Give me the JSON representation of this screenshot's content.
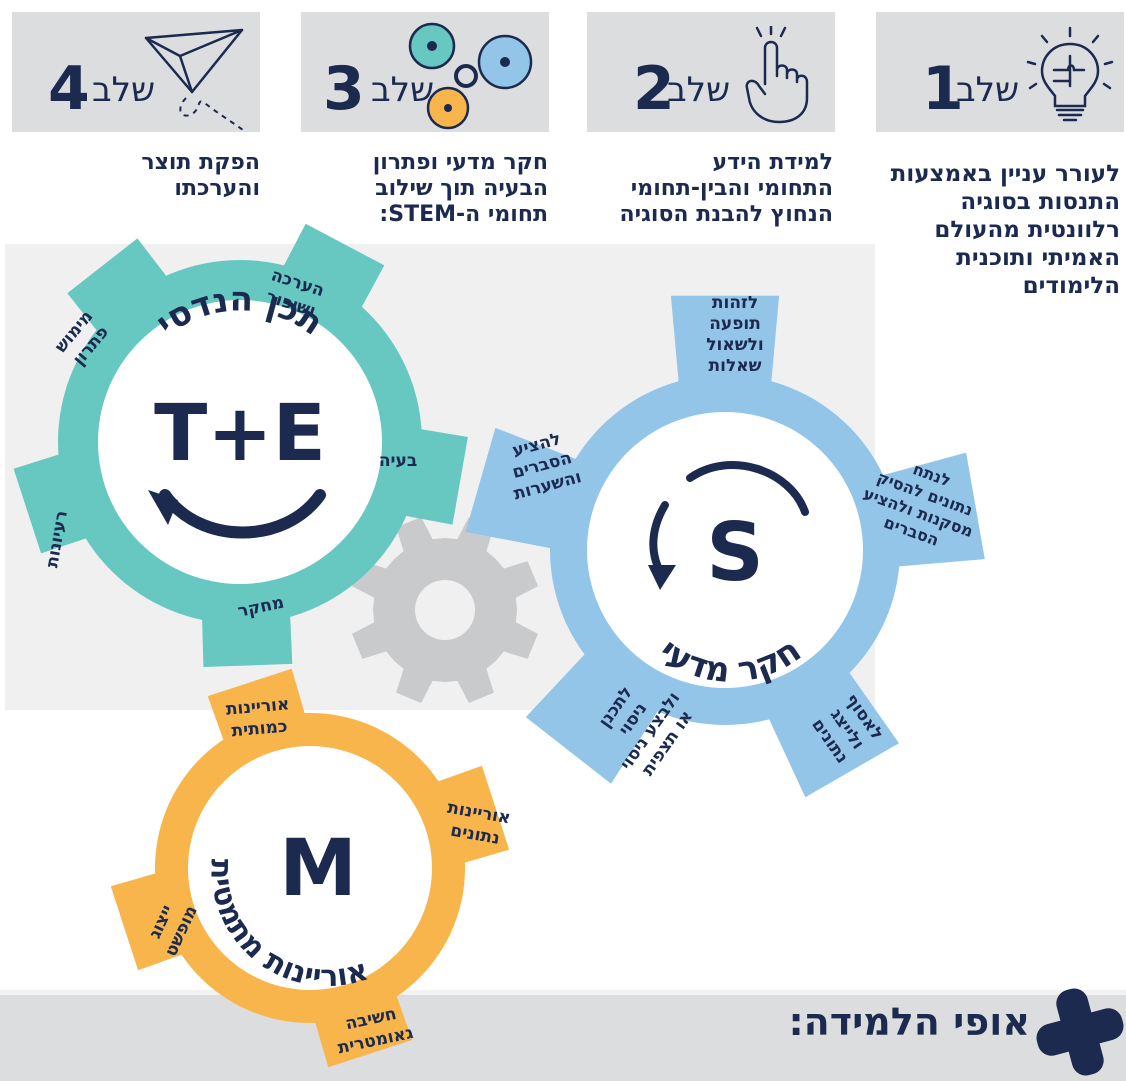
{
  "steps": [
    {
      "label": "שלב",
      "number": "1",
      "text": [
        "לעורר עניין באמצעות",
        "התנסות בסוגיה",
        "רלוונטית מהעולם",
        "האמיתי ותוכנית",
        "הלימודים"
      ]
    },
    {
      "label": "שלב",
      "number": "2",
      "text": [
        "למידת הידע",
        "התחומי והבין-תחומי",
        "הנחוץ להבנת הסוגיה"
      ]
    },
    {
      "label": "שלב",
      "number": "3",
      "text": [
        "חקר מדעי ופתרון",
        "הבעיה תוך שילוב",
        "תחומי ה-STEM:"
      ]
    },
    {
      "label": "שלב",
      "number": "4",
      "text": [
        "הפקת תוצר",
        "והערכתו"
      ]
    }
  ],
  "gears": {
    "engineering": {
      "title": "תכן הנדסי",
      "center": "T+E",
      "teeth": [
        "הערכה ושיפור",
        "בעיה",
        "מחקר",
        "רעיונות",
        "מימוש פתרון"
      ],
      "color": "#67c7c1"
    },
    "science": {
      "title": "חקר מדעי",
      "center": "S",
      "teeth": [
        "לזהות תופעה ולשאול שאלות",
        "לנתח נתונים להסיק מסקנות ולהציע הסברים",
        "לאסוף ולייצג נתונים",
        "לתכנן ניסוי ולבצע ניסוי או תצפית",
        "להציע הסברים והשערות"
      ],
      "color": "#92c5e8"
    },
    "math": {
      "title": "אוריינות מתמטית",
      "center": "M",
      "teeth": [
        "אוריינות כמותית",
        "אוריינות נתונים",
        "חשיבה גאומטרית",
        "ייצוג מופשט"
      ],
      "color": "#f8b54b"
    }
  },
  "approach": {
    "title": "אופי הלמידה:"
  },
  "colors": {
    "navy": "#1b2a4e",
    "teal": "#67c7c1",
    "blue": "#92c5e8",
    "orange": "#f8b54b",
    "gray": "#c9cacc"
  }
}
